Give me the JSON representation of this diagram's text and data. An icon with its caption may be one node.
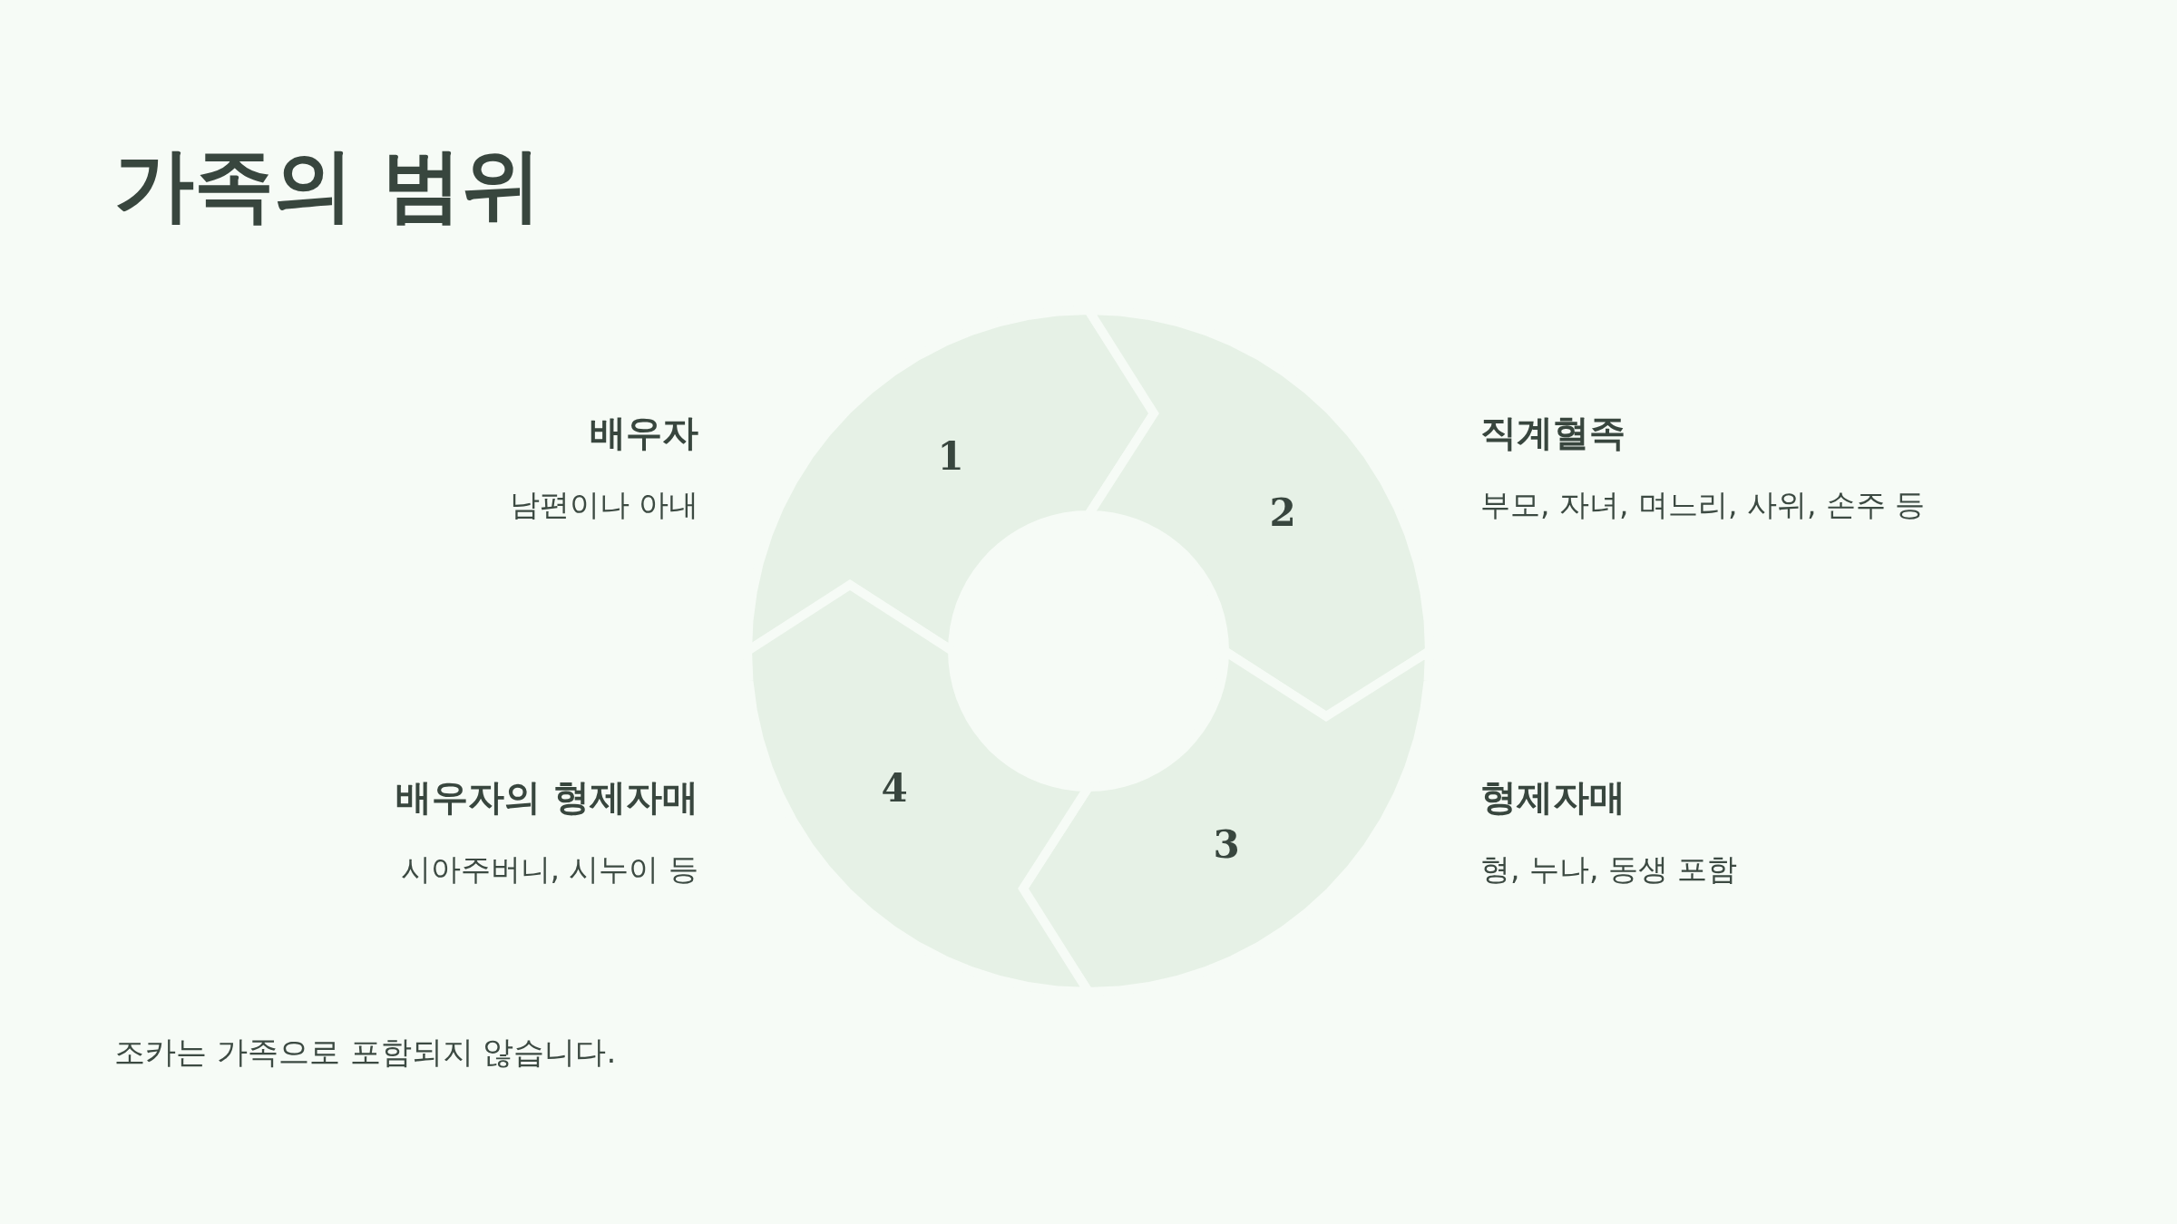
{
  "diagram": {
    "title": "가족의 범위",
    "nodes": [
      {
        "text": [
          "1"
        ],
        "beside": [
          "배우자",
          "남편이나 아내"
        ]
      },
      {
        "text": [
          "2"
        ],
        "beside": [
          "직계혈족",
          "부모, 자녀, 며느리, 사위, 손주 등"
        ]
      },
      {
        "text": [
          "3"
        ],
        "beside": [
          "형제자매",
          "형, 누나, 동생 포함"
        ]
      },
      {
        "text": [
          "4"
        ],
        "beside": [
          "배우자의 형제자매",
          "시아주버니, 시누이 등"
        ]
      }
    ],
    "labels": [
      "조카는 가족으로 포함되지 않습니다."
    ]
  }
}
